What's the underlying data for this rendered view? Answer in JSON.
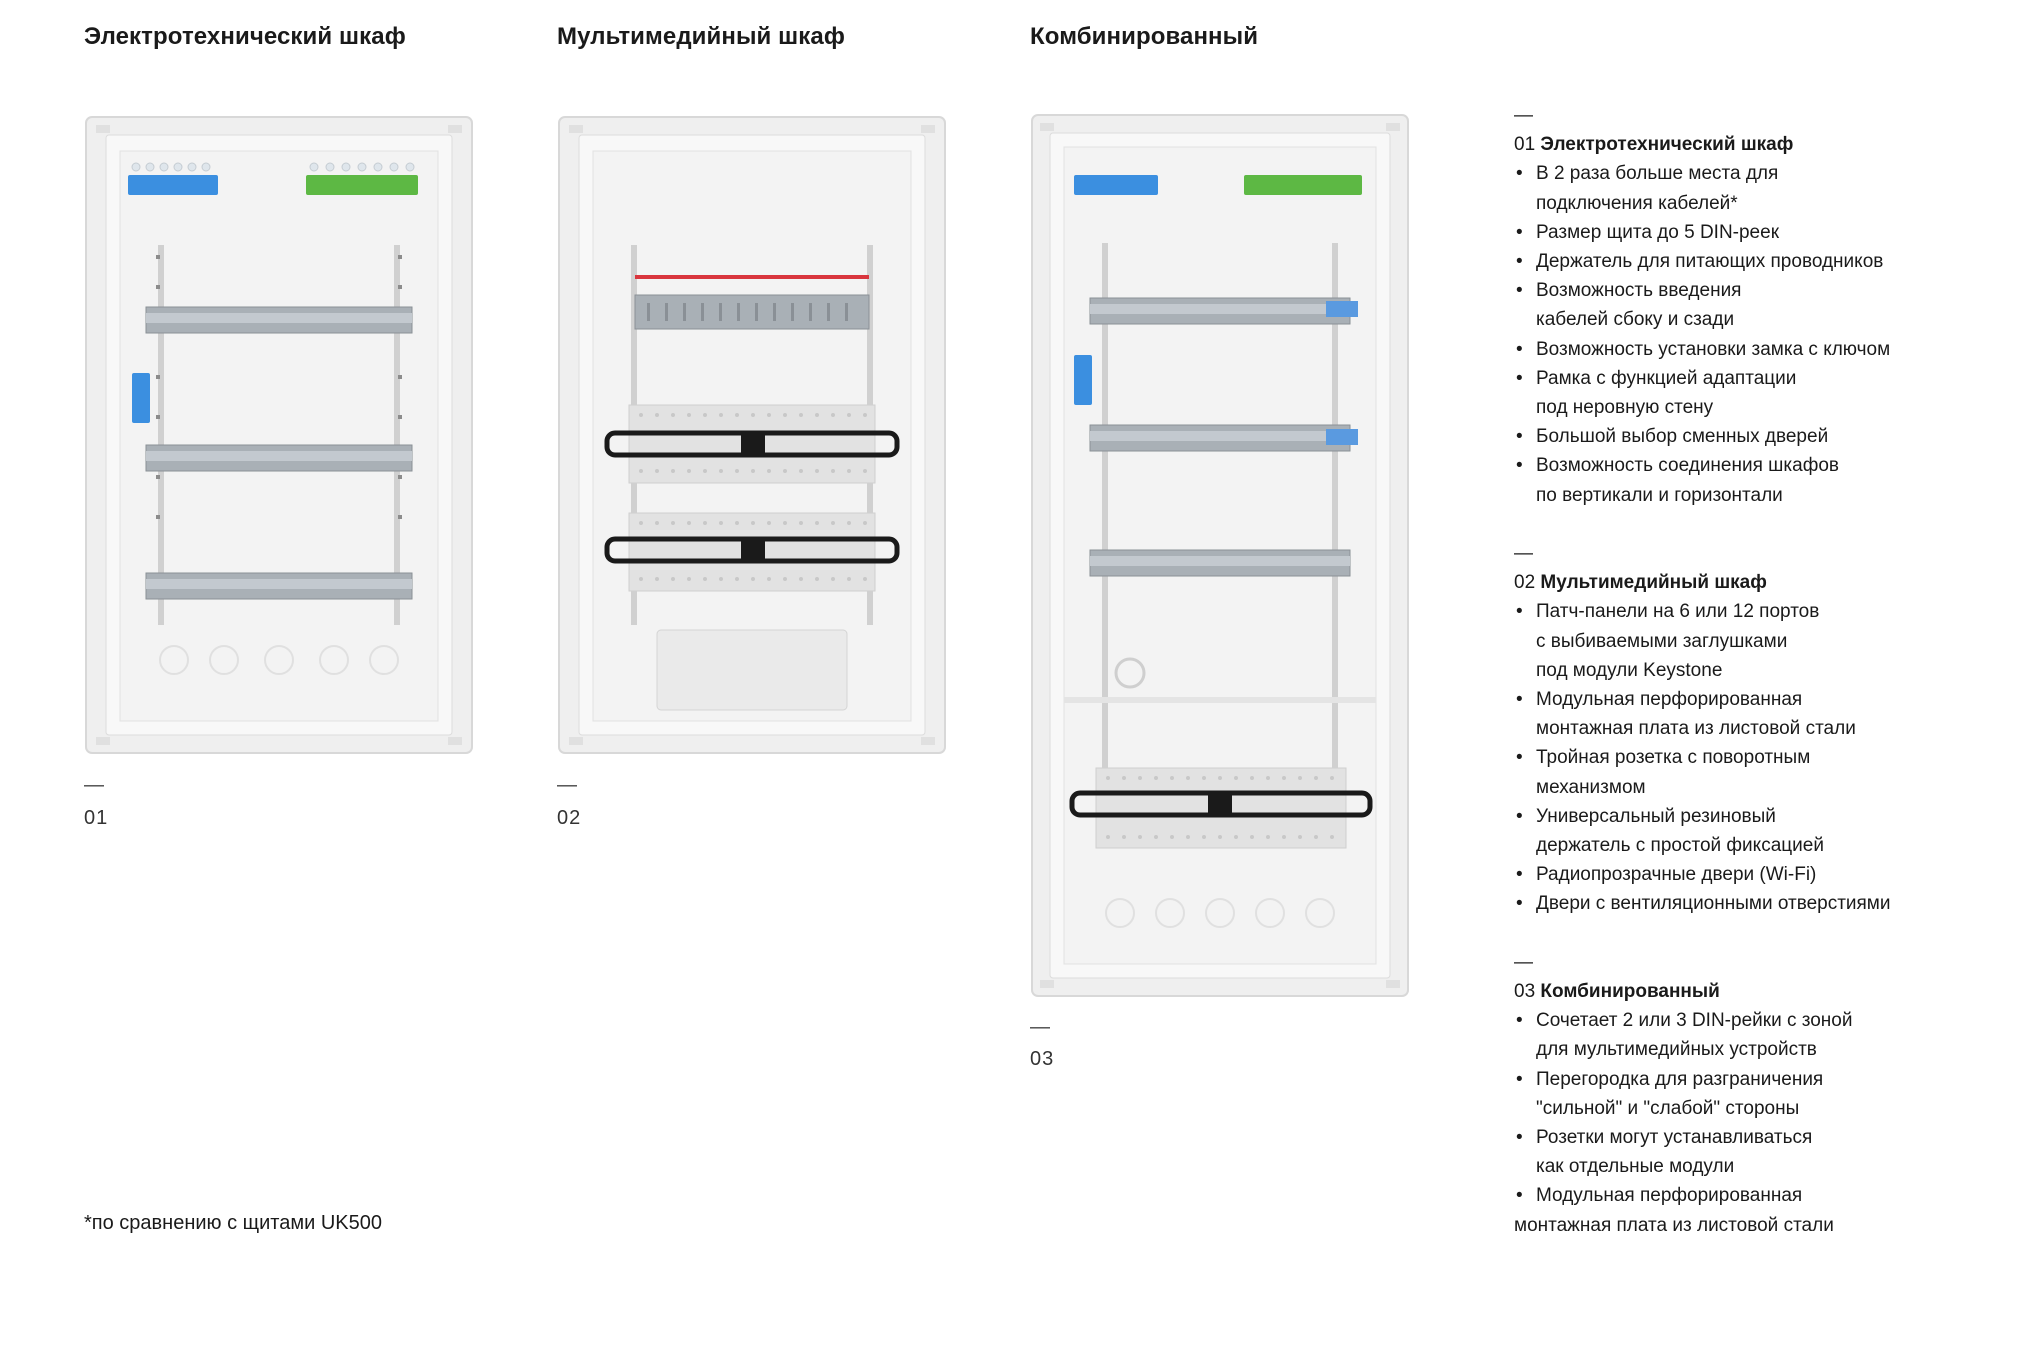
{
  "columns": [
    {
      "title": "Электротехнический шкаф",
      "number": "01"
    },
    {
      "title": "Мультимедийный шкаф",
      "number": "02"
    },
    {
      "title": "Комбинированный",
      "number": "03"
    }
  ],
  "dash": "—",
  "footnote": "*по сравнению с щитами UK500",
  "specs": [
    {
      "number": "01",
      "title": "Электротехнический шкаф",
      "items": [
        [
          "В 2 раза больше места для",
          "подключения кабелей*"
        ],
        [
          "Размер щита до 5 DIN-реек"
        ],
        [
          "Держатель для питающих проводников"
        ],
        [
          "Возможность введения",
          "кабелей сбоку и сзади"
        ],
        [
          "Возможность установки замка с ключом"
        ],
        [
          "Рамка с функцией адаптации",
          "под неровную стену"
        ],
        [
          "Большой выбор сменных дверей"
        ],
        [
          "Возможность соединения шкафов",
          "по вертикали и горизонтали"
        ]
      ]
    },
    {
      "number": "02",
      "title": "Мультимедийный шкаф",
      "items": [
        [
          "Патч-панели на 6 или 12 портов",
          "с выбиваемыми заглушками",
          "под модули Keystone"
        ],
        [
          "Модульная перфорированная",
          "монтажная плата из листовой стали"
        ],
        [
          "Тройная розетка с поворотным",
          "механизмом"
        ],
        [
          "Универсальный резиновый",
          "держатель с простой фиксацией"
        ],
        [
          "Радиопрозрачные двери (Wi-Fi)"
        ],
        [
          "Двери с вентиляционными отверстиями"
        ]
      ]
    },
    {
      "number": "03",
      "title": "Комбинированный",
      "items": [
        [
          "Сочетает 2 или 3 DIN-рейки с зоной",
          "для мультимедийных устройств"
        ],
        [
          "Перегородка для разграничения",
          "\"сильной\" и \"слабой\" стороны"
        ],
        [
          "Розетки могут устанавливаться",
          "как отдельные модули"
        ],
        [
          "Модульная перфорированная"
        ]
      ],
      "trailing_line": "монтажная плата из листовой стали"
    }
  ],
  "colors": {
    "terminal_blue": "#3b8fe0",
    "terminal_green": "#5db844",
    "rail": "#a9b0b6",
    "red_strip": "#d9363e",
    "cabinet_white": "#f4f4f4"
  }
}
